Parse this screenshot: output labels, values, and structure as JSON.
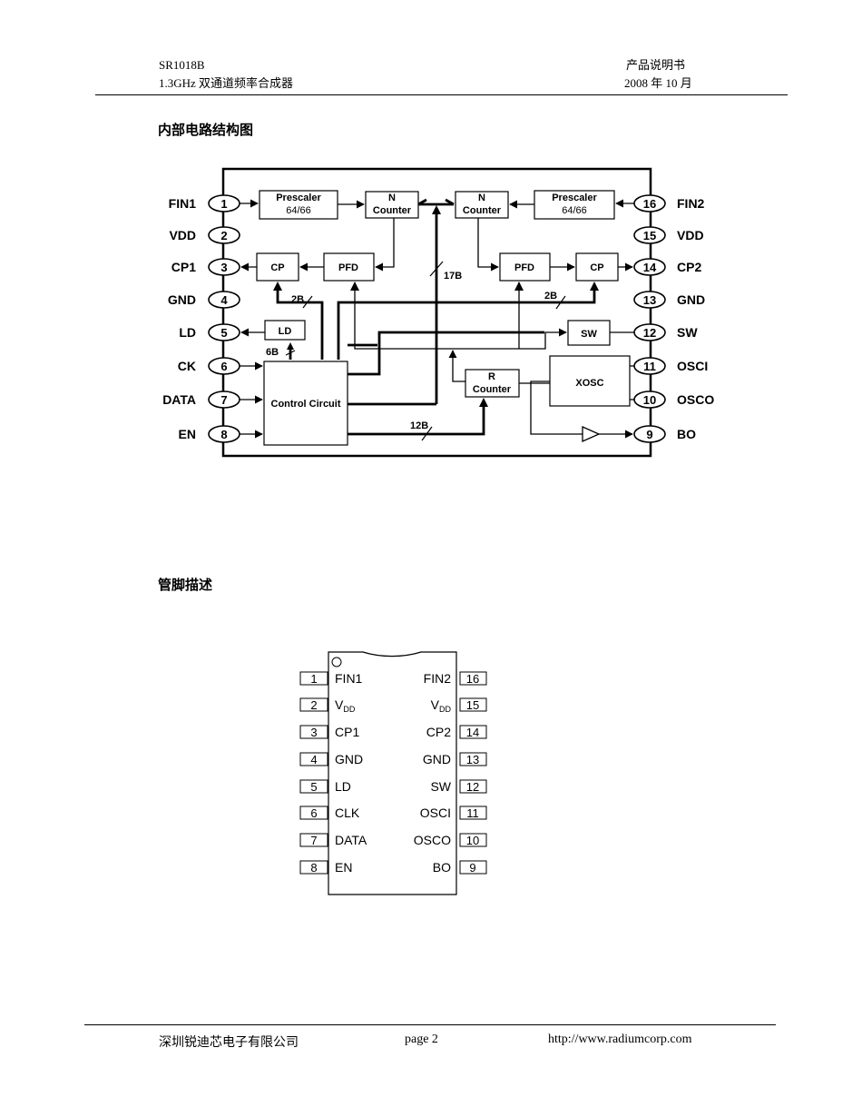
{
  "header": {
    "model": "SR1018B",
    "subtitle": "1.3GHz  双通道频率合成器",
    "doc_type": "产品说明书",
    "date": "2008 年 10 月"
  },
  "sections": {
    "block_diagram_title": "内部电路结构图",
    "pin_title": "管脚描述"
  },
  "block_diagram": {
    "left_pins": [
      {
        "num": "1",
        "name": "FIN1"
      },
      {
        "num": "2",
        "name": "VDD"
      },
      {
        "num": "3",
        "name": "CP1"
      },
      {
        "num": "4",
        "name": "GND"
      },
      {
        "num": "5",
        "name": "LD"
      },
      {
        "num": "6",
        "name": "CK"
      },
      {
        "num": "7",
        "name": "DATA"
      },
      {
        "num": "8",
        "name": "EN"
      }
    ],
    "right_pins": [
      {
        "num": "16",
        "name": "FIN2"
      },
      {
        "num": "15",
        "name": "VDD"
      },
      {
        "num": "14",
        "name": "CP2"
      },
      {
        "num": "13",
        "name": "GND"
      },
      {
        "num": "12",
        "name": "SW"
      },
      {
        "num": "11",
        "name": "OSCI"
      },
      {
        "num": "10",
        "name": "OSCO"
      },
      {
        "num": "9",
        "name": "BO"
      }
    ],
    "blocks": {
      "prescaler_line1": "Prescaler",
      "prescaler_line2": "64/66",
      "n_line1": "N",
      "n_line2": "Counter",
      "cp": "CP",
      "pfd": "PFD",
      "ld": "LD",
      "sw": "SW",
      "xosc": "XOSC",
      "r_line1": "R",
      "r_line2": "Counter",
      "control": "Control Circuit"
    },
    "bus_labels": {
      "b17": "17B",
      "b2_left": "2B",
      "b2_right": "2B",
      "b6": "6B",
      "b12": "12B"
    }
  },
  "package": {
    "left": [
      {
        "num": "1",
        "name": "FIN1"
      },
      {
        "num": "2",
        "name": "V",
        "sub": "DD"
      },
      {
        "num": "3",
        "name": "CP1"
      },
      {
        "num": "4",
        "name": "GND"
      },
      {
        "num": "5",
        "name": "LD"
      },
      {
        "num": "6",
        "name": "CLK"
      },
      {
        "num": "7",
        "name": "DATA"
      },
      {
        "num": "8",
        "name": "EN"
      }
    ],
    "right": [
      {
        "num": "16",
        "name": "FIN2"
      },
      {
        "num": "15",
        "name": "V",
        "sub": "DD"
      },
      {
        "num": "14",
        "name": "CP2"
      },
      {
        "num": "13",
        "name": "GND"
      },
      {
        "num": "12",
        "name": "SW"
      },
      {
        "num": "11",
        "name": "OSCI"
      },
      {
        "num": "10",
        "name": "OSCO"
      },
      {
        "num": "9",
        "name": "BO"
      }
    ]
  },
  "footer": {
    "company": "深圳锐迪芯电子有限公司",
    "page": "page 2",
    "url": "http://www.radiumcorp.com"
  }
}
